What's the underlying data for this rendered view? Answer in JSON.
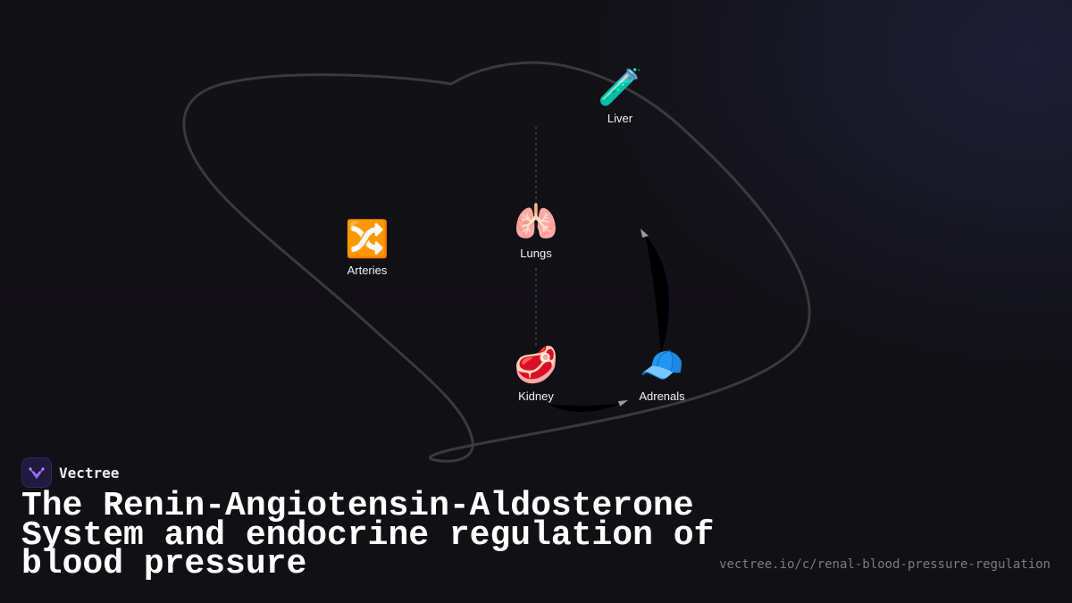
{
  "diagram": {
    "nodes": [
      {
        "id": "liver",
        "label": "Liver",
        "icon": "test-tube-icon",
        "glyph": "🧪"
      },
      {
        "id": "lungs",
        "label": "Lungs",
        "icon": "lungs-icon",
        "glyph": "🫁"
      },
      {
        "id": "arteries",
        "label": "Arteries",
        "icon": "shuffle-arrows-icon",
        "glyph": "🔀"
      },
      {
        "id": "kidney",
        "label": "Kidney",
        "icon": "meat-icon",
        "glyph": "🥩"
      },
      {
        "id": "adrenals",
        "label": "Adrenals",
        "icon": "cap-icon",
        "glyph": "🧢"
      }
    ],
    "edges": [
      {
        "from": "kidney",
        "to": "adrenals",
        "style": "solid-curve"
      },
      {
        "from": "adrenals",
        "to": "liver",
        "style": "solid-curve"
      },
      {
        "from": "kidney",
        "to": "liver",
        "style": "dotted"
      }
    ],
    "colors": {
      "loop": "#3a3a3e",
      "edge": "#000000",
      "arrowhead": "#9a9aa0",
      "dotted": "#55555c"
    }
  },
  "brand": {
    "name": "Vectree",
    "logo_icon": "vectree-logo-icon",
    "accent": "#8b5cf6"
  },
  "title": "The Renin-Angiotensin-Aldosterone System and endocrine regulation of blood pressure",
  "url": "vectree.io/c/renal-blood-pressure-regulation"
}
